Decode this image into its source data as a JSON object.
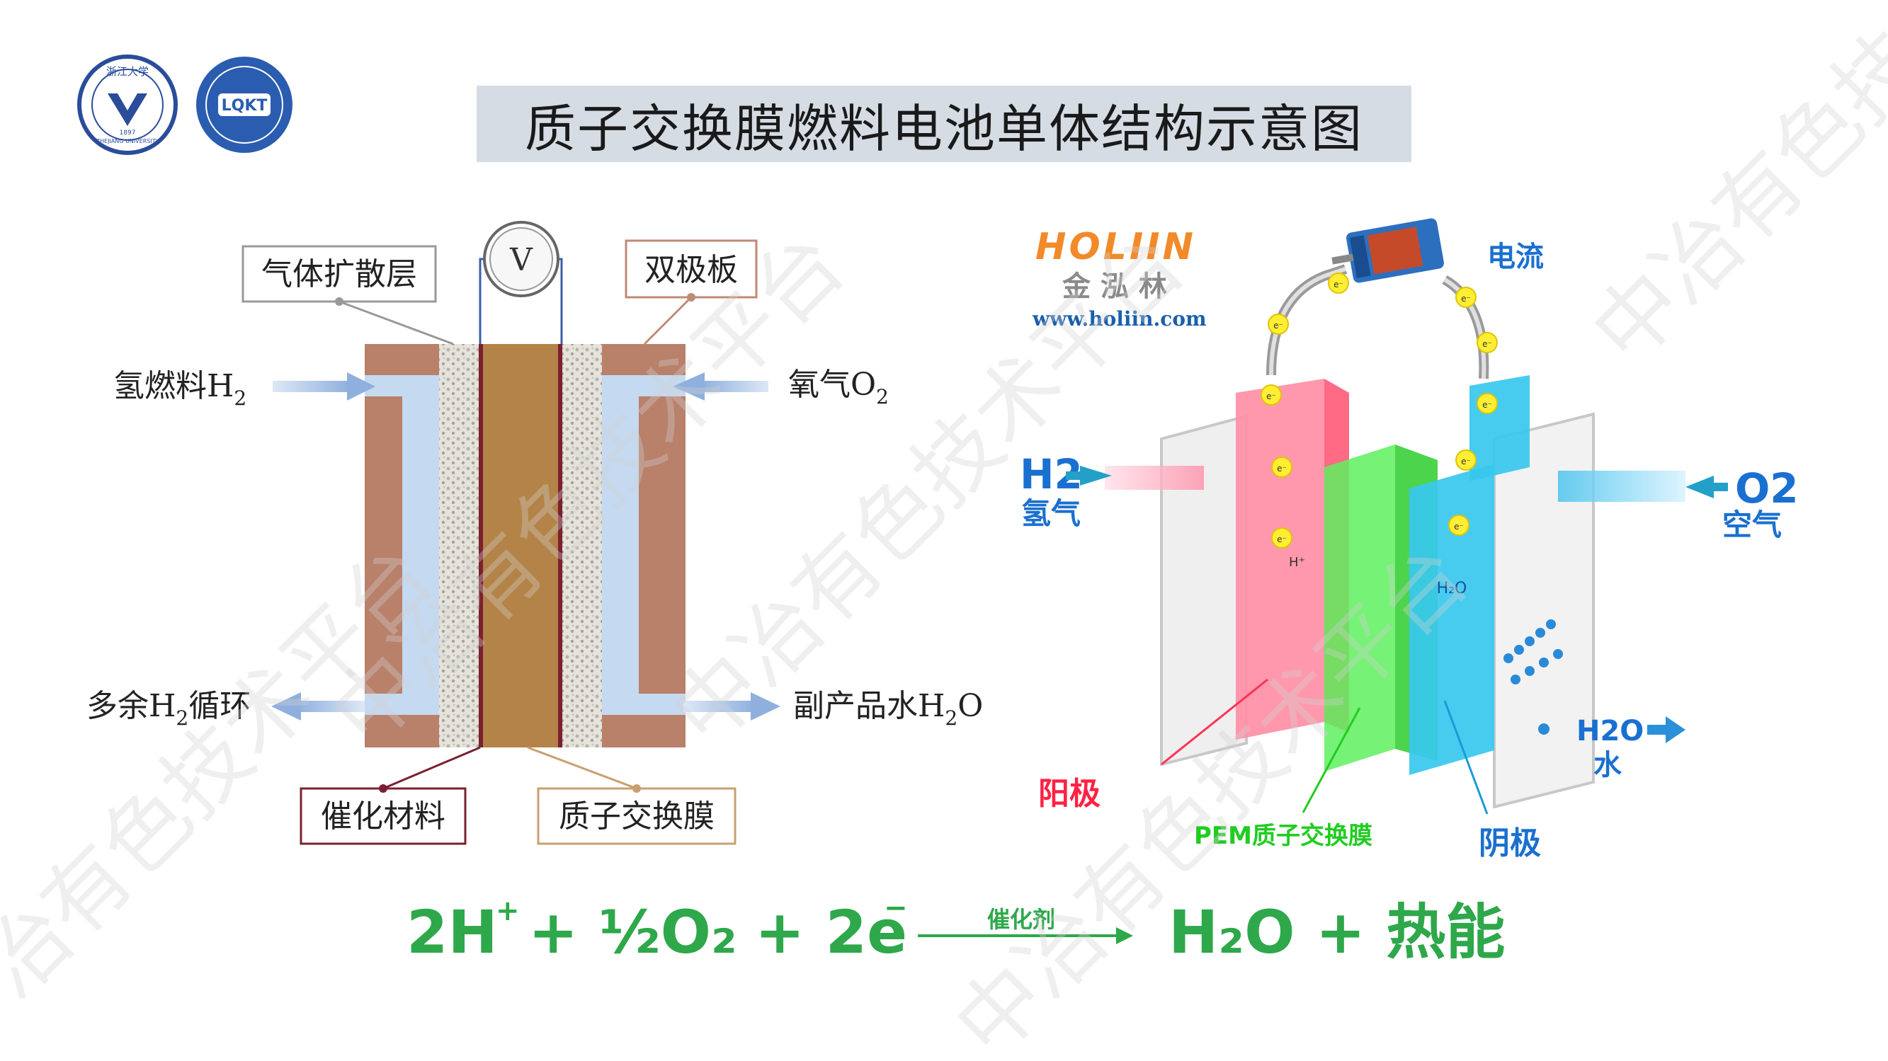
{
  "title": "质子交换膜燃料电池单体结构示意图",
  "logos": {
    "left_name": "浙江大学",
    "left_sub": "ZHEJIANG UNIVERSITY",
    "left_year": "1897",
    "right_abbr": "LQKT"
  },
  "left_diagram": {
    "voltmeter": "V",
    "gas_diffusion_layer": "气体扩散层",
    "bipolar_plate": "双极板",
    "hydrogen_fuel": "氢燃料H",
    "oxygen": "氧气O",
    "excess_h2": "多余H",
    "excess_h2_suffix": "循环",
    "byproduct": "副产品水H",
    "byproduct_suffix": "O",
    "subscript_2": "2",
    "catalyst": "催化材料",
    "pem": "质子交换膜"
  },
  "right_diagram": {
    "brand": "HOLIIN",
    "brand_cn": "金 泓 林",
    "brand_url": "www.holiin.com",
    "current": "电流",
    "h2": "H2",
    "hydrogen": "氢气",
    "o2": "O2",
    "air": "空气",
    "h2o": "H2O",
    "water": "水",
    "anode": "阳极",
    "pem_label": "PEM质子交换膜",
    "cathode": "阴极",
    "electron": "e⁻",
    "h_plus": "H⁺",
    "h2o_inner": "H₂O"
  },
  "equation": {
    "lhs_2h": "2H",
    "plus_sup": "+",
    "term2": "+ ½O₂",
    "term3": "+ 2e",
    "minus_sup": "−",
    "catalyst": "催化剂",
    "rhs": "H₂O + 热能"
  },
  "watermark": "中冶有色技术平台",
  "colors": {
    "title_bg": "#d6dce4",
    "plate": "#b9806a",
    "flow_channel": "#c5d9f1",
    "membrane": "#b48347",
    "equation_green": "#2ea84a",
    "anode_red": "#ff3355",
    "cathode_blue": "#1a70d0",
    "pem_green": "#22cc22"
  }
}
